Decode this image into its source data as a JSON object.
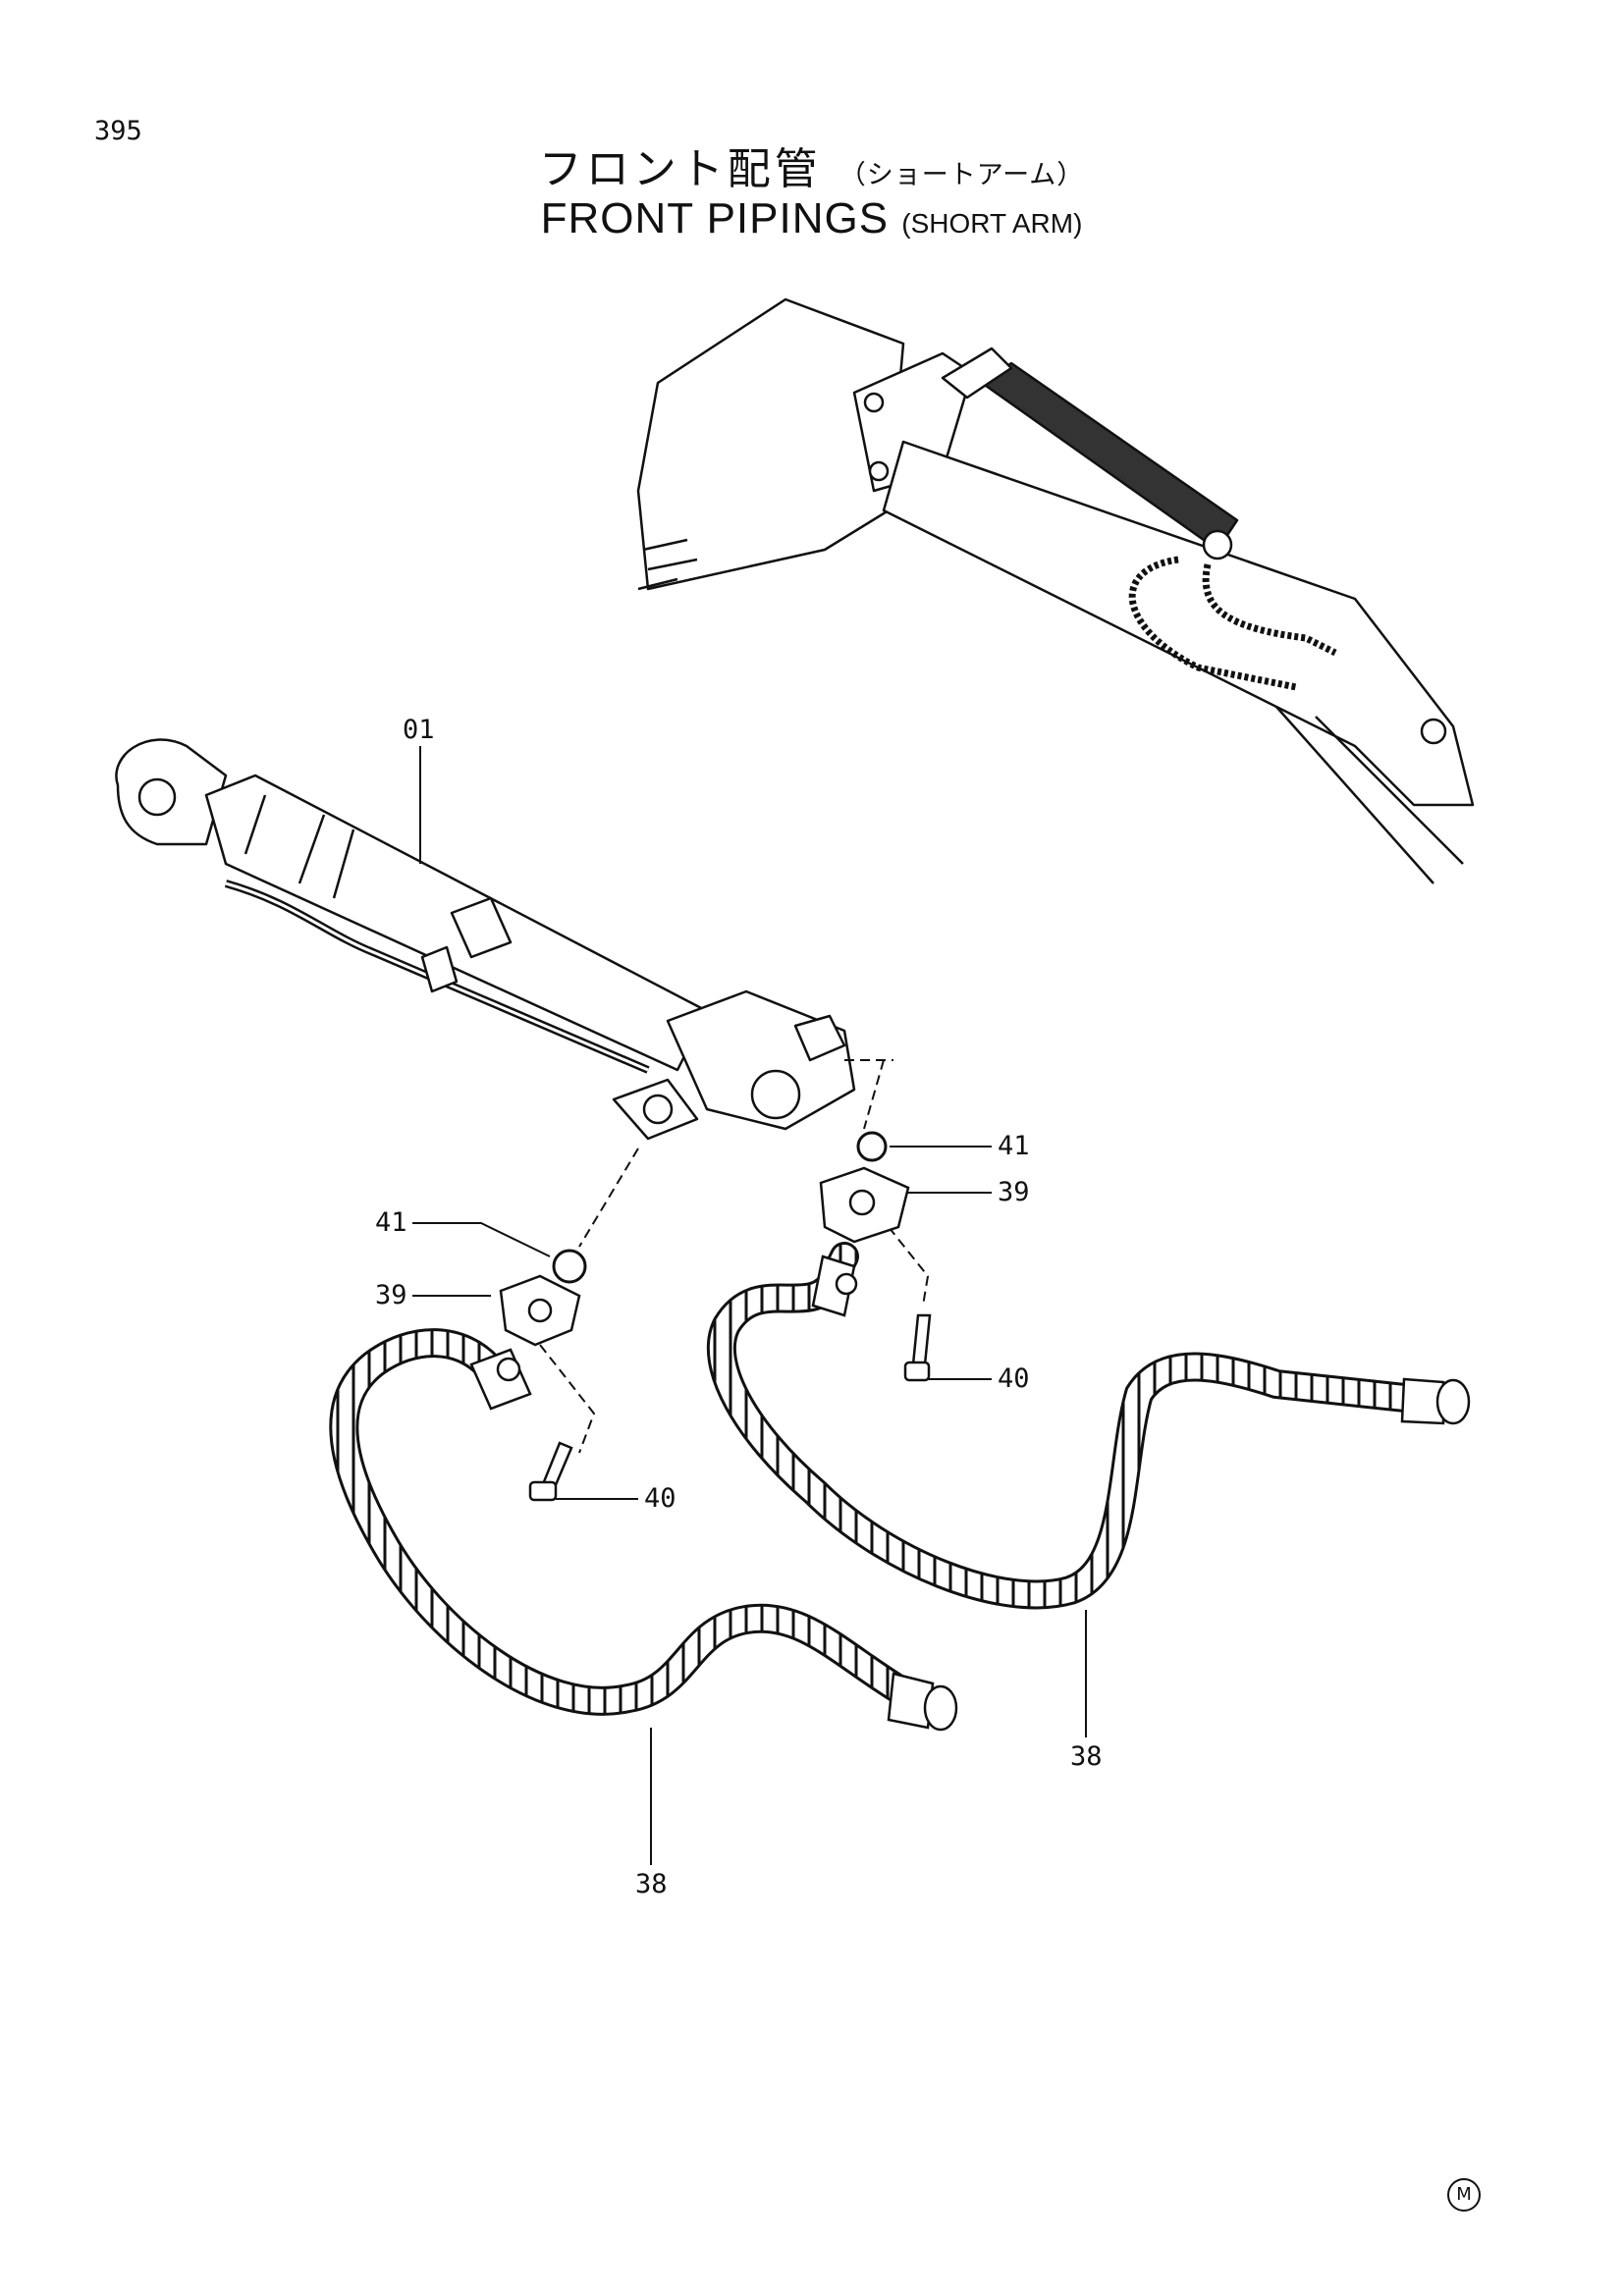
{
  "page_number": "395",
  "title_jp": {
    "main": "フロント配管",
    "sub": "（ショートアーム）"
  },
  "title_en": {
    "main": "FRONT PIPINGS",
    "sub": "(SHORT ARM)"
  },
  "callouts": {
    "c01": "01",
    "c41_right": "41",
    "c39_right": "39",
    "c40_right": "40",
    "c41_left": "41",
    "c39_left": "39",
    "c40_left": "40",
    "c38_right": "38",
    "c38_left": "38"
  },
  "corner_mark": "M"
}
